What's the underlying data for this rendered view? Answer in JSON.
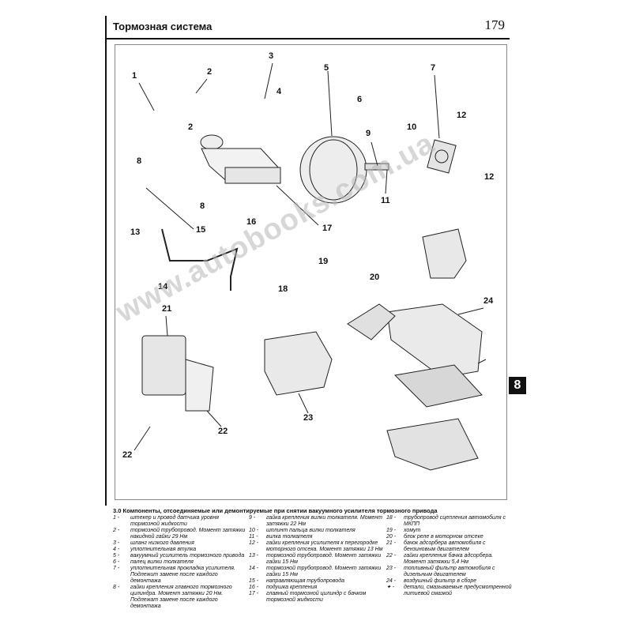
{
  "header": {
    "title": "Тормозная система",
    "page_number": "179"
  },
  "section_tab": "8",
  "watermark": "www.autobooks.com.ua",
  "callouts": [
    "1",
    "2",
    "3",
    "4",
    "5",
    "6",
    "7",
    "2",
    "8",
    "9",
    "10",
    "11",
    "12",
    "12",
    "13",
    "14",
    "15",
    "16",
    "17",
    "8",
    "18",
    "19",
    "20",
    "21",
    "22",
    "22",
    "23",
    "24"
  ],
  "caption": "3.0 Компоненты, отсоединяемые или демонтируемые при снятии вакуумного усилителя тормозного привода",
  "legend": {
    "col1": [
      {
        "num": "1 -",
        "text": "штекер и провод датчика уровня тормозной жидкости"
      },
      {
        "num": "2 -",
        "text": "тормозной трубопровод. Момент затяжки накидной гайки 29 Нм"
      },
      {
        "num": "3 -",
        "text": "шланг низкого давления"
      },
      {
        "num": "4 -",
        "text": "уплотнительная втулка"
      },
      {
        "num": "5 -",
        "text": "вакуумный усилитель тормозного привода"
      },
      {
        "num": "6 -",
        "text": "палец вилки толкателя"
      },
      {
        "num": "7 -",
        "text": "уплотнительная прокладка усилителя. Подлежит замене после каждого демонтажа"
      },
      {
        "num": "8 -",
        "text": "гайки крепления главного тормозного цилиндра. Момент затяжки 20 Нм. Подлежат замене после каждого демонтажа"
      }
    ],
    "col2": [
      {
        "num": "9 -",
        "text": "гайка крепления вилки толкателя. Момент затяжки 22 Нм"
      },
      {
        "num": "10 -",
        "text": "шплинт пальца вилки толкателя"
      },
      {
        "num": "11 -",
        "text": "вилка толкателя"
      },
      {
        "num": "12 -",
        "text": "гайки крепления усилителя к перегородке моторного отсека. Момент затяжки 13 Нм"
      },
      {
        "num": "13 -",
        "text": "тормозной трубопровод. Момент затяжки гайки 15 Нм"
      },
      {
        "num": "14 -",
        "text": "тормозной трубопровод. Момент затяжки гайки 15 Нм"
      },
      {
        "num": "15 -",
        "text": "направляющая трубопровода"
      },
      {
        "num": "16 -",
        "text": "подушка крепления"
      },
      {
        "num": "17 -",
        "text": "главный тормозной цилиндр с бачком тормозной жидкости"
      }
    ],
    "col3": [
      {
        "num": "18 -",
        "text": "трубопровод сцепления автомобиля с МКПП"
      },
      {
        "num": "19 -",
        "text": "хомут"
      },
      {
        "num": "20 -",
        "text": "блок реле в моторном отсеке"
      },
      {
        "num": "21 -",
        "text": "бачок адсорбера автомобиля с бензиновым двигателем"
      },
      {
        "num": "22 -",
        "text": "гайки крепления бачка адсорбера. Момент затяжки 5,4 Нм"
      },
      {
        "num": "23 -",
        "text": "топливный фильтр автомобиля с дизельным двигателем"
      },
      {
        "num": "24 -",
        "text": "воздушный фильтр в сборе"
      },
      {
        "num": "✦ -",
        "text": "детали, смазываемые предусмотренной литиевой смазкой"
      }
    ]
  }
}
